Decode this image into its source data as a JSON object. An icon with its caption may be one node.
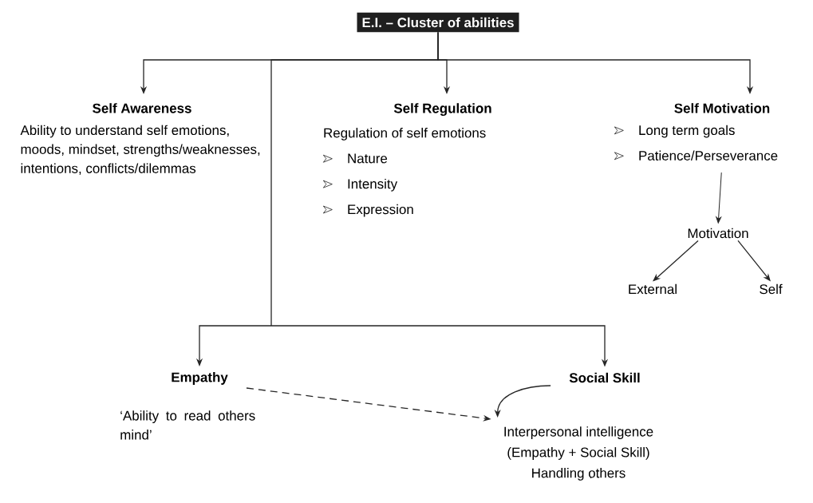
{
  "diagram": {
    "nodes": [
      {
        "text": [
          "E.I. – Cluster of abilities"
        ]
      },
      {
        "text": [
          "Self Awareness",
          "Ability to understand self emotions, moods, mindset, strengths/weaknesses, intentions, conflicts/dilemmas"
        ]
      },
      {
        "text": [
          "Self Regulation",
          "Regulation of self emotions",
          "Nature",
          "Intensity",
          "Expression"
        ]
      },
      {
        "text": [
          "Self Motivation",
          "Long term goals",
          "Patience/Perseverance"
        ]
      },
      {
        "text": [
          "Motivation"
        ]
      },
      {
        "text": [
          "External"
        ]
      },
      {
        "text": [
          "Self"
        ]
      },
      {
        "text": [
          "Empathy"
        ],
        "beside": [
          "‘Ability to read others mind’"
        ]
      },
      {
        "text": [
          "Social Skill"
        ]
      },
      {
        "text": [
          "Interpersonal intelligence",
          "(Empathy + Social Skill)",
          "Handling others"
        ]
      }
    ],
    "edges": [
      {
        "from": 0,
        "to": 1,
        "arrow": "to"
      },
      {
        "from": 0,
        "to": 2,
        "arrow": "to"
      },
      {
        "from": 0,
        "to": 3,
        "arrow": "to"
      },
      {
        "from": 0,
        "to": 7,
        "arrow": "to"
      },
      {
        "from": 0,
        "to": 8,
        "arrow": "to"
      },
      {
        "from": 3,
        "to": 4,
        "arrow": "to"
      },
      {
        "from": 4,
        "to": 5,
        "arrow": "to"
      },
      {
        "from": 4,
        "to": 6,
        "arrow": "to"
      },
      {
        "from": 7,
        "to": 9,
        "arrow": "to",
        "style": "dashed"
      },
      {
        "from": 8,
        "to": 9,
        "arrow": "to"
      }
    ]
  }
}
